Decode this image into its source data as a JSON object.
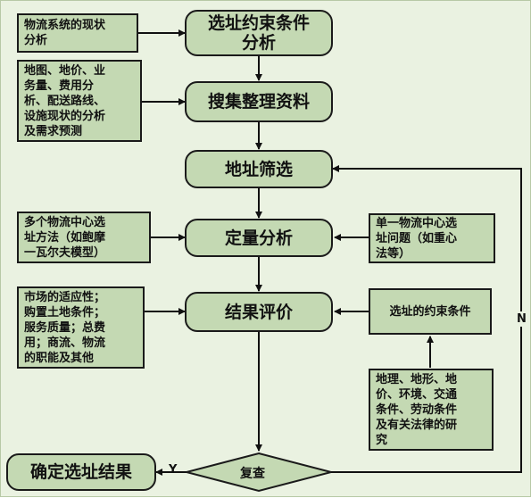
{
  "colors": {
    "node_fill": "#c4d9b3",
    "outline": "#1a1a1a",
    "background": "#eaf2e1"
  },
  "nodes": {
    "current_analysis": "物流系统的现状\n分析",
    "constraint_analysis": "选址约束条件\n分析",
    "data_inputs": "地图、地价、业\n务量、费用分\n析、配送路线、\n设施现状的分析\n及需求预测",
    "collect_data": "搜集整理资料",
    "site_screening": "地址筛选",
    "multi_center": "多个物流中心选\n址方法（如鲍摩\n一瓦尔夫模型）",
    "quantitative": "定量分析",
    "single_center": "单一物流中心选\n址问题（如重心\n法等）",
    "market_factors": "市场的适应性；\n购置土地条件；\n服务质量；总费\n用；商流、物流\n的职能及其他",
    "result_eval": "结果评价",
    "site_constraints": "选址的约束条件",
    "geo_factors": "地理、地形、地\n价、环境、交通\n条件、劳动条件\n及有关法律的研\n究",
    "final_result": "确定选址结果",
    "review": "复查"
  },
  "edge_labels": {
    "yes": "Y",
    "no": "N"
  }
}
